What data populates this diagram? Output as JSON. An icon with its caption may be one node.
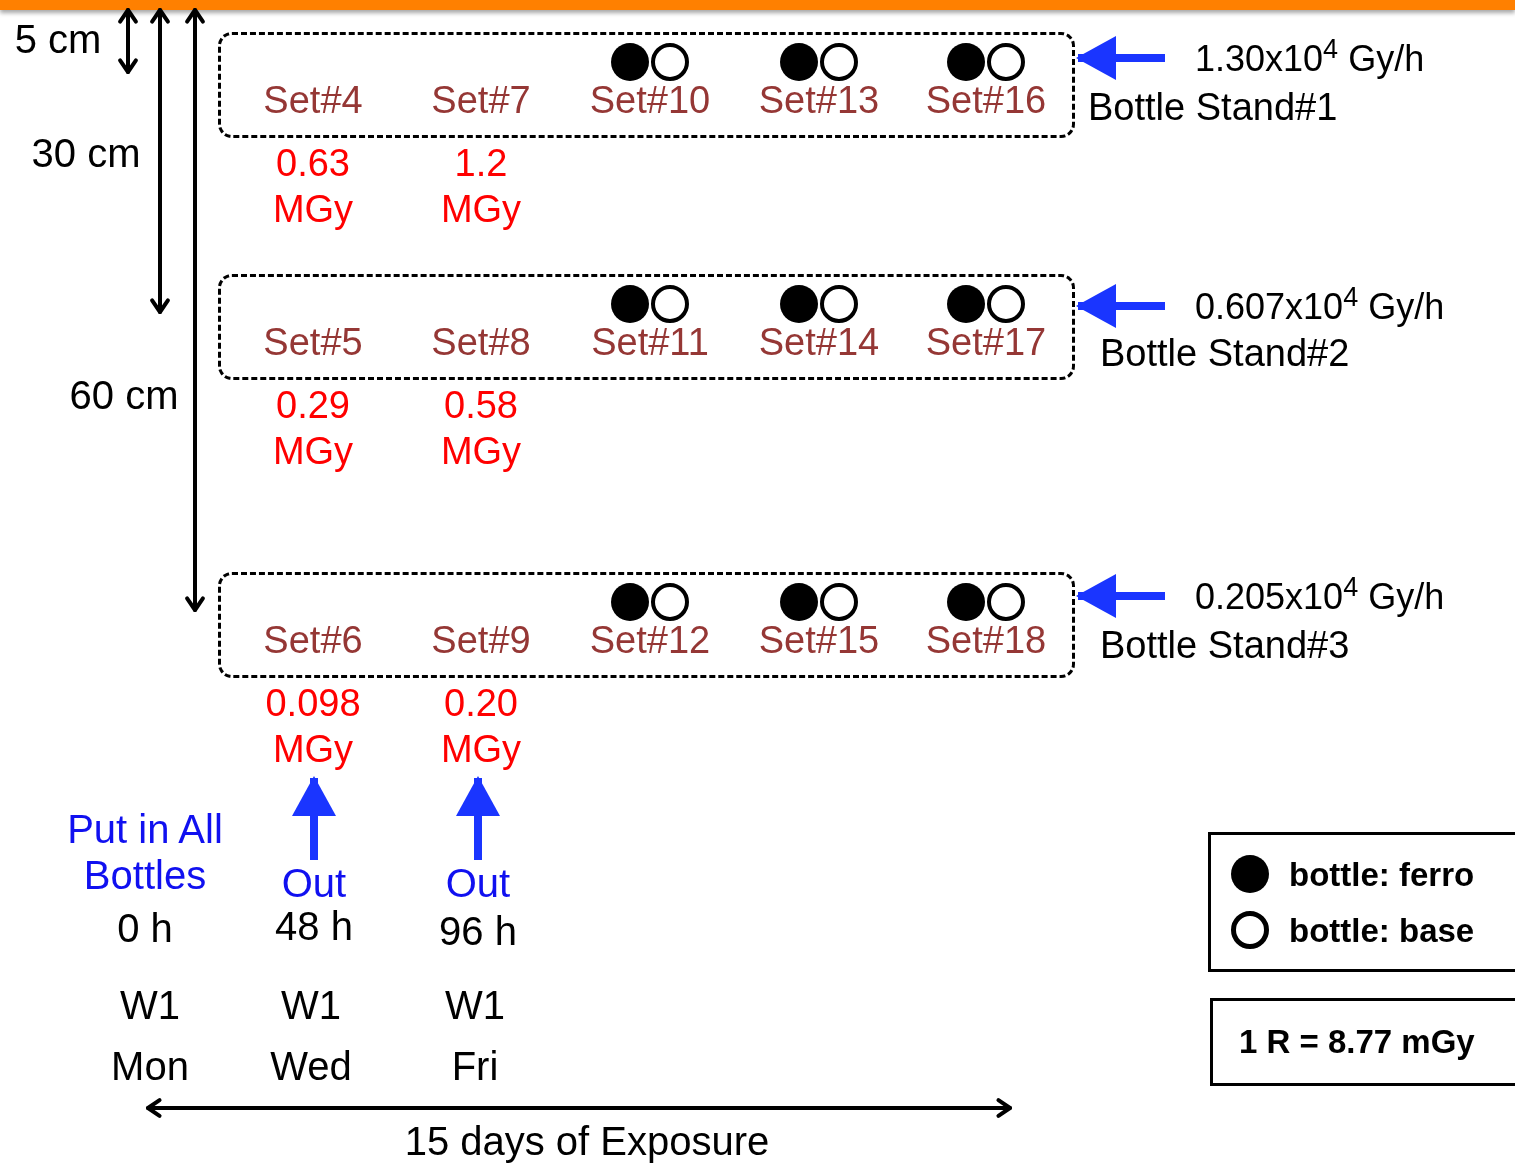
{
  "diagram": {
    "nodes": [
      {
        "text": [],
        "shape": "box",
        "beside": [
          "Bottle Stand#1"
        ]
      },
      {
        "text": [
          "Set#4"
        ],
        "in": 0,
        "beside": [
          "0.63 MGy"
        ]
      },
      {
        "text": [
          "Set#7"
        ],
        "in": 0,
        "beside": [
          "1.2 MGy"
        ]
      },
      {
        "text": [
          "Set#10"
        ],
        "in": 0
      },
      {
        "text": [],
        "shape": "dot",
        "in": 3
      },
      {
        "text": [],
        "shape": "circle",
        "in": 3
      },
      {
        "text": [
          "Set#13"
        ],
        "in": 0
      },
      {
        "text": [],
        "shape": "dot",
        "in": 6
      },
      {
        "text": [],
        "shape": "circle",
        "in": 6
      },
      {
        "text": [
          "Set#16"
        ],
        "in": 0
      },
      {
        "text": [],
        "shape": "dot",
        "in": 9
      },
      {
        "text": [],
        "shape": "circle",
        "in": 9
      },
      {
        "text": [
          "1.30x10$^{4}$ Gy/h"
        ]
      },
      {
        "text": [],
        "shape": "box",
        "beside": [
          "Bottle Stand#2"
        ]
      },
      {
        "text": [
          "Set#5"
        ],
        "in": 13,
        "beside": [
          "0.29 MGy"
        ]
      },
      {
        "text": [
          "Set#8"
        ],
        "in": 13,
        "beside": [
          "0.58 MGy"
        ]
      },
      {
        "text": [
          "Set#11"
        ],
        "in": 13
      },
      {
        "text": [],
        "shape": "dot",
        "in": 16
      },
      {
        "text": [],
        "shape": "circle",
        "in": 16
      },
      {
        "text": [
          "Set#14"
        ],
        "in": 13
      },
      {
        "text": [],
        "shape": "dot",
        "in": 19
      },
      {
        "text": [],
        "shape": "circle",
        "in": 19
      },
      {
        "text": [
          "Set#17"
        ],
        "in": 13
      },
      {
        "text": [],
        "shape": "dot",
        "in": 22
      },
      {
        "text": [],
        "shape": "circle",
        "in": 22
      },
      {
        "text": [
          "0.607x10$^{4}$ Gy/h"
        ]
      },
      {
        "text": [],
        "shape": "box",
        "beside": [
          "Bottle Stand#3"
        ]
      },
      {
        "text": [
          "Set#6"
        ],
        "in": 26,
        "beside": [
          "0.098 MGy"
        ]
      },
      {
        "text": [
          "Set#9"
        ],
        "in": 26,
        "beside": [
          "0.20 MGy"
        ]
      },
      {
        "text": [
          "Set#12"
        ],
        "in": 26
      },
      {
        "text": [],
        "shape": "dot",
        "in": 29
      },
      {
        "text": [],
        "shape": "circle",
        "in": 29
      },
      {
        "text": [
          "Set#15"
        ],
        "in": 26
      },
      {
        "text": [],
        "shape": "dot",
        "in": 32
      },
      {
        "text": [],
        "shape": "circle",
        "in": 32
      },
      {
        "text": [
          "Set#18"
        ],
        "in": 26
      },
      {
        "text": [],
        "shape": "dot",
        "in": 35
      },
      {
        "text": [],
        "shape": "circle",
        "in": 35
      },
      {
        "text": [
          "0.205x10$^{4}$ Gy/h"
        ]
      },
      {
        "text": [
          "Out"
        ]
      },
      {
        "text": [
          "Out"
        ]
      },
      {
        "text": [
          "1 R = 8.77 mGy"
        ]
      }
    ],
    "edges": [
      {
        "from": 12,
        "to": 0,
        "arrow": "to"
      },
      {
        "from": 25,
        "to": 13,
        "arrow": "to"
      },
      {
        "from": 38,
        "to": 26,
        "arrow": "to"
      },
      {
        "from": 39,
        "to": 27,
        "arrow": "to"
      },
      {
        "from": 40,
        "to": 28,
        "arrow": "to"
      }
    ],
    "labels": [
      "5 cm",
      "30 cm",
      "60 cm",
      "Put in All Bottles",
      "0 h",
      "48 h",
      "96 h",
      "W1",
      "W1",
      "W1",
      "Mon",
      "Wed",
      "Fri",
      "15 days of Exposure"
    ],
    "legend": [
      {
        "text": "bottle: ferro"
      },
      {
        "text": "bottle: base"
      }
    ]
  }
}
